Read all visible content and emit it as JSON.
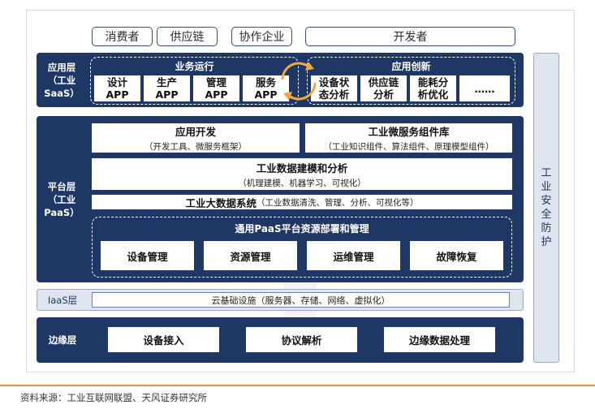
{
  "top_roles": [
    "消费者",
    "供应链",
    "协作企业"
  ],
  "developer": "开发者",
  "saas": {
    "label_line1": "应用层",
    "label_line2": "（工业SaaS）",
    "business_ops": {
      "title": "业务运行",
      "apps": [
        {
          "line1": "设计",
          "line2": "APP"
        },
        {
          "line1": "生产",
          "line2": "APP"
        },
        {
          "line1": "管理",
          "line2": "APP"
        },
        {
          "line1": "服务",
          "line2": "APP"
        }
      ]
    },
    "innovation": {
      "title": "应用创新",
      "apps": [
        {
          "line1": "设备状",
          "line2": "态分析"
        },
        {
          "line1": "供应链",
          "line2": "分析"
        },
        {
          "line1": "能耗分",
          "line2": "析优化"
        },
        {
          "line1": "……",
          "line2": ""
        }
      ]
    }
  },
  "paas": {
    "label_line1": "平台层",
    "label_line2": "（工业PaaS）",
    "app_dev": {
      "title": "应用开发",
      "sub": "（开发工具、微服务框架）"
    },
    "micro_lib": {
      "title": "工业微服务组件库",
      "sub": "（工业知识组件、算法组件、原理模型组件）"
    },
    "modeling": {
      "title": "工业数据建模和分析",
      "sub": "（机理建模、机器学习、可视化）"
    },
    "bigdata": {
      "title": "工业大数据系统",
      "sub": "（工业数据清洗、管理、分析、可视化等）"
    },
    "resource": {
      "title": "通用PaaS平台资源部署和管理",
      "items": [
        "设备管理",
        "资源管理",
        "运维管理",
        "故障恢复"
      ]
    }
  },
  "iaas": {
    "label": "IaaS层",
    "content": "云基础设施（服务器、存储、网络、虚拟化）"
  },
  "edge": {
    "label": "边缘层",
    "items": [
      "设备接入",
      "协议解析",
      "边缘数据处理"
    ]
  },
  "security": {
    "chars": [
      "工",
      "业",
      "安",
      "全",
      "防",
      "护"
    ]
  },
  "source": "资料来源：工业互联网联盟、天风证券研究所",
  "colors": {
    "navy": "#1f3764",
    "light_band": "#dfe5ef",
    "accent_orange": "#e6963c",
    "top_border": "#2e4f86"
  }
}
